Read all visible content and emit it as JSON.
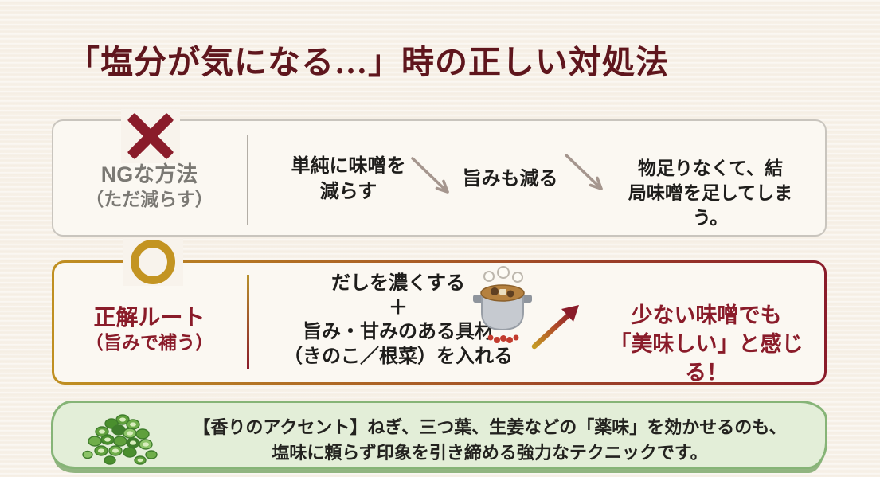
{
  "page": {
    "title": "「塩分が気になる…」時の正しい対処法"
  },
  "ng": {
    "label_main": "NGな方法",
    "label_sub": "（ただ減らす）",
    "step1_line1": "単純に味噌を",
    "step1_line2": "減らす",
    "step2": "旨みも減る",
    "step3_line1": "物足りなくて、結",
    "step3_line2": "局味噌を足してしまう。"
  },
  "ok": {
    "label_main": "正解ルート",
    "label_sub": "（旨みで補う）",
    "method_line1": "だしを濃くする",
    "method_plus": "＋",
    "method_line2": "旨み・甘みのある具材",
    "method_line3": "（きのこ／根菜）を入れる",
    "result_line1": "少ない味噌でも",
    "result_line2": "「美味しい」と感じる！"
  },
  "tip": {
    "line1": "【香りのアクセント】ねぎ、三つ葉、生姜などの「薬味」を効かせるのも、",
    "line2": "塩味に頼らず印象を引き締める強力なテクニックです。"
  },
  "icons": {
    "cross_mark": "cross-mark-icon",
    "circle_mark": "circle-mark-icon",
    "down_arrow_1": "arrow-down-right-icon",
    "down_arrow_2": "arrow-down-right-icon",
    "up_arrow": "arrow-up-right-gradient-icon",
    "pot": "soup-pot-icon",
    "green_onion": "chopped-green-onion-icon"
  },
  "colors": {
    "accent_red": "#8a1c2a",
    "accent_gold": "#c09022",
    "ng_gray": "#7b7974",
    "ng_arrow_taupe": "#a5968e",
    "tip_border_green": "#86b477",
    "tip_bg_green": "#e3eed8",
    "page_bg": "#f7f1e8",
    "box_bg": "#fbf8f2"
  }
}
